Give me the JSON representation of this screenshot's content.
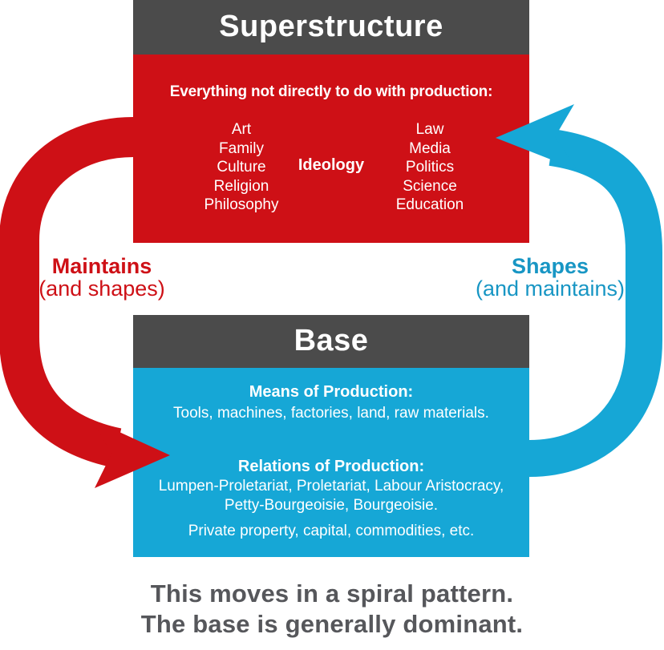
{
  "colors": {
    "header_gray": "#4B4B4B",
    "red": "#CE1016",
    "cyan": "#16A7D6",
    "cyan_label": "#1896C4",
    "caption_gray": "#56575B",
    "white": "#FFFFFF"
  },
  "superstructure": {
    "title": "Superstructure",
    "heading": "Everything not directly to do with production:",
    "left_column": [
      "Art",
      "Family",
      "Culture",
      "Religion",
      "Philosophy"
    ],
    "center_label": "Ideology",
    "right_column": [
      "Law",
      "Media",
      "Politics",
      "Science",
      "Education"
    ]
  },
  "left_arrow_label": {
    "line1": "Maintains",
    "line2": "(and shapes)"
  },
  "right_arrow_label": {
    "line1": "Shapes",
    "line2": "(and maintains)"
  },
  "base": {
    "title": "Base",
    "means_heading": "Means of Production:",
    "means_items": "Tools, machines, factories, land, raw materials.",
    "relations_heading": "Relations of Production:",
    "relations_line1": "Lumpen-Proletariat, Proletariat, Labour Aristocracy,",
    "relations_line2": "Petty-Bourgeoisie, Bourgeoisie.",
    "relations_extra": "Private property, capital, commodities, etc."
  },
  "caption": {
    "line1": "This moves in a spiral pattern.",
    "line2": "The base is generally dominant."
  }
}
